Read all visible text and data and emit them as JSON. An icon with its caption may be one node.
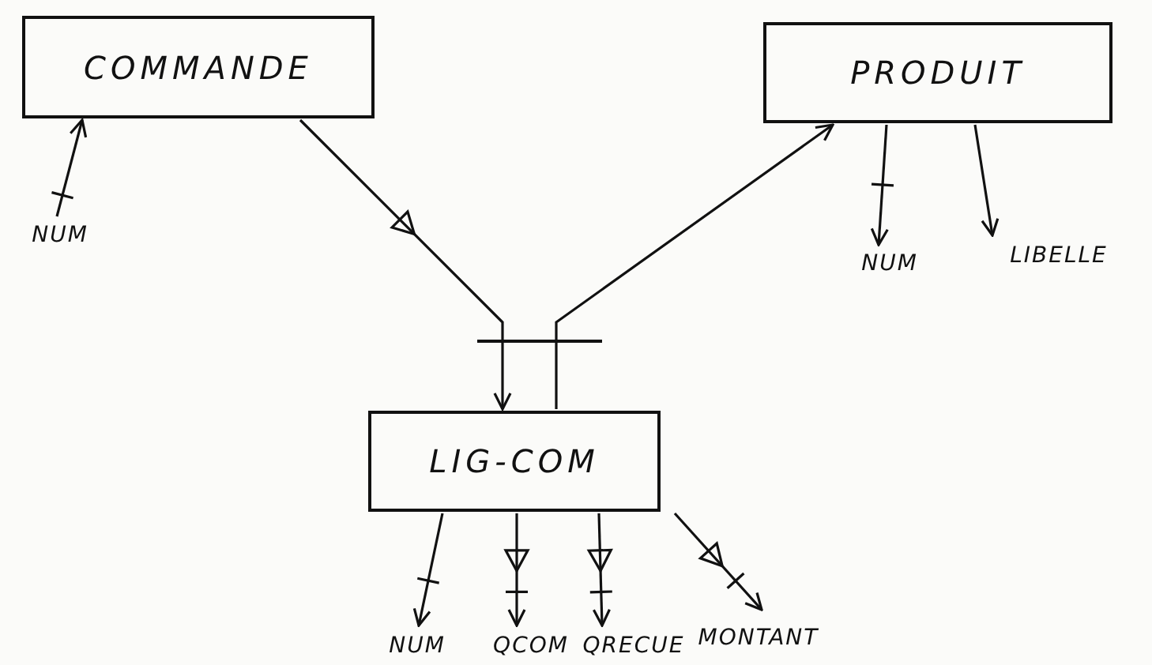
{
  "diagram": {
    "nodes": [
      {
        "text": [
          "COMMANDE"
        ]
      },
      {
        "text": [
          "PRODUIT"
        ]
      },
      {
        "text": [
          "LIG-COM"
        ]
      },
      {
        "text": [
          "NUM"
        ]
      },
      {
        "text": [
          "NUM"
        ]
      },
      {
        "text": [
          "LIBELLE"
        ]
      },
      {
        "text": [
          "NUM"
        ]
      },
      {
        "text": [
          "QCOM"
        ]
      },
      {
        "text": [
          "QRECUE"
        ]
      },
      {
        "text": [
          "MONTANT"
        ]
      }
    ],
    "edges": [
      {
        "from": 3,
        "to": 0,
        "arrow": "to"
      },
      {
        "from": 0,
        "to": 2,
        "arrow": "to"
      },
      {
        "from": 2,
        "to": 1,
        "arrow": "to"
      },
      {
        "from": 1,
        "to": 4,
        "arrow": "to"
      },
      {
        "from": 1,
        "to": 5,
        "arrow": "to"
      },
      {
        "from": 2,
        "to": 6,
        "arrow": "to"
      },
      {
        "from": 2,
        "to": 7,
        "arrow": "to"
      },
      {
        "from": 2,
        "to": 8,
        "arrow": "to"
      },
      {
        "from": 2,
        "to": 9,
        "arrow": "to"
      }
    ]
  }
}
